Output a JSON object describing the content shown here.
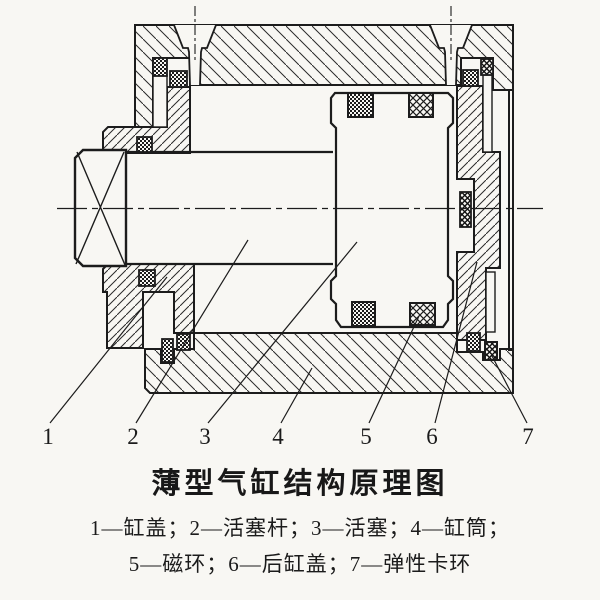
{
  "colors": {
    "paper": "#f8f7f3",
    "ink": "#1c1c1c"
  },
  "figure": {
    "title": "薄型气缸结构原理图",
    "legend_rows": [
      "1—缸盖；2—活塞杆；3—活塞；4—缸筒；",
      "5—磁环；6—后缸盖；7—弹性卡环"
    ],
    "parts": [
      {
        "num": "1",
        "name": "缸盖"
      },
      {
        "num": "2",
        "name": "活塞杆"
      },
      {
        "num": "3",
        "name": "活塞"
      },
      {
        "num": "4",
        "name": "缸筒"
      },
      {
        "num": "5",
        "name": "磁环"
      },
      {
        "num": "6",
        "name": "后缸盖"
      },
      {
        "num": "7",
        "name": "弹性卡环"
      }
    ]
  }
}
